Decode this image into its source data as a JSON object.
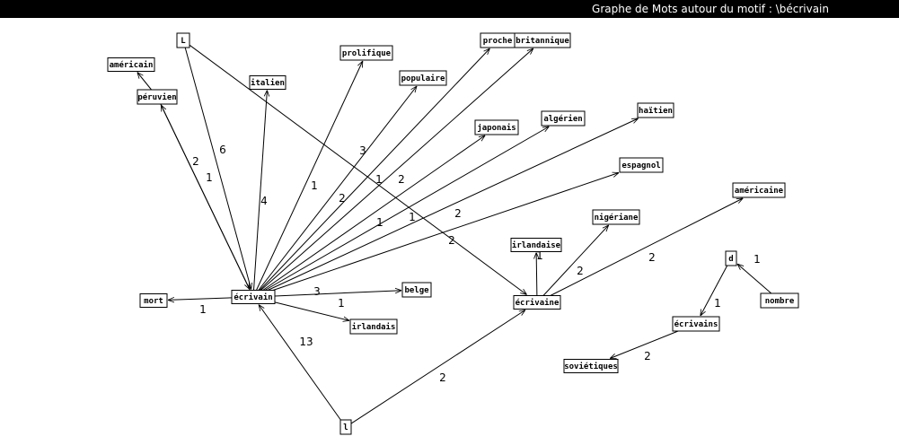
{
  "title": "Graphe de Mots autour du motif : \\bécrivain",
  "colors": {
    "bar": "#000000",
    "title_text": "#ffffff",
    "ink": "#000000",
    "background": "#ffffff"
  },
  "nodes": [
    {
      "id": "ecrivain",
      "label": "écrivain"
    },
    {
      "id": "ecrivaine",
      "label": "écrivaine"
    },
    {
      "id": "L",
      "label": "L"
    },
    {
      "id": "l",
      "label": "l"
    },
    {
      "id": "americain",
      "label": "américain"
    },
    {
      "id": "peruvien",
      "label": "péruvien"
    },
    {
      "id": "italien",
      "label": "italien"
    },
    {
      "id": "prolifique",
      "label": "prolifique"
    },
    {
      "id": "populaire",
      "label": "populaire"
    },
    {
      "id": "proche",
      "label": "proche"
    },
    {
      "id": "britannique",
      "label": "britannique"
    },
    {
      "id": "japonais",
      "label": "japonais"
    },
    {
      "id": "algerien",
      "label": "algérien"
    },
    {
      "id": "haitien",
      "label": "haïtien"
    },
    {
      "id": "espagnol",
      "label": "espagnol"
    },
    {
      "id": "americaine",
      "label": "américaine"
    },
    {
      "id": "nigeriane",
      "label": "nigériane"
    },
    {
      "id": "irlandaise",
      "label": "irlandaise"
    },
    {
      "id": "mort",
      "label": "mort"
    },
    {
      "id": "belge",
      "label": "belge"
    },
    {
      "id": "irlandais",
      "label": "irlandais"
    },
    {
      "id": "d",
      "label": "d"
    },
    {
      "id": "nombre",
      "label": "nombre"
    },
    {
      "id": "ecrivains",
      "label": "écrivains"
    },
    {
      "id": "sovietiques",
      "label": "soviétiques"
    }
  ],
  "edges": [
    {
      "from": "ecrivain",
      "to": "peruvien",
      "weight": "2"
    },
    {
      "from": "peruvien",
      "to": "ecrivain",
      "weight": "1"
    },
    {
      "from": "L",
      "to": "ecrivain",
      "weight": "6"
    },
    {
      "from": "L",
      "to": "ecrivaine",
      "weight": "2"
    },
    {
      "from": "ecrivain",
      "to": "italien",
      "weight": "4"
    },
    {
      "from": "ecrivain",
      "to": "prolifique",
      "weight": "1"
    },
    {
      "from": "ecrivain",
      "to": "populaire",
      "weight": "2"
    },
    {
      "from": "ecrivain",
      "to": "proche",
      "weight": "3"
    },
    {
      "from": "ecrivain",
      "to": "britannique",
      "weight": "2"
    },
    {
      "from": "ecrivain",
      "to": "japonais",
      "weight": "1"
    },
    {
      "from": "ecrivain",
      "to": "algerien",
      "weight": "1"
    },
    {
      "from": "ecrivain",
      "to": "haitien",
      "weight": "1"
    },
    {
      "from": "ecrivain",
      "to": "espagnol",
      "weight": "2"
    },
    {
      "from": "ecrivain",
      "to": "mort",
      "weight": "1"
    },
    {
      "from": "ecrivain",
      "to": "belge",
      "weight": "3"
    },
    {
      "from": "ecrivain",
      "to": "irlandais",
      "weight": "1"
    },
    {
      "from": "l",
      "to": "ecrivain",
      "weight": "13"
    },
    {
      "from": "l",
      "to": "ecrivaine",
      "weight": "2"
    },
    {
      "from": "ecrivaine",
      "to": "irlandaise",
      "weight": "1"
    },
    {
      "from": "ecrivaine",
      "to": "nigeriane",
      "weight": "2"
    },
    {
      "from": "ecrivaine",
      "to": "americaine",
      "weight": "2"
    },
    {
      "from": "peruvien",
      "to": "americain",
      "weight": ""
    },
    {
      "from": "nombre",
      "to": "d",
      "weight": "1"
    },
    {
      "from": "d",
      "to": "ecrivains",
      "weight": "1"
    },
    {
      "from": "ecrivains",
      "to": "sovietiques",
      "weight": "2"
    }
  ]
}
